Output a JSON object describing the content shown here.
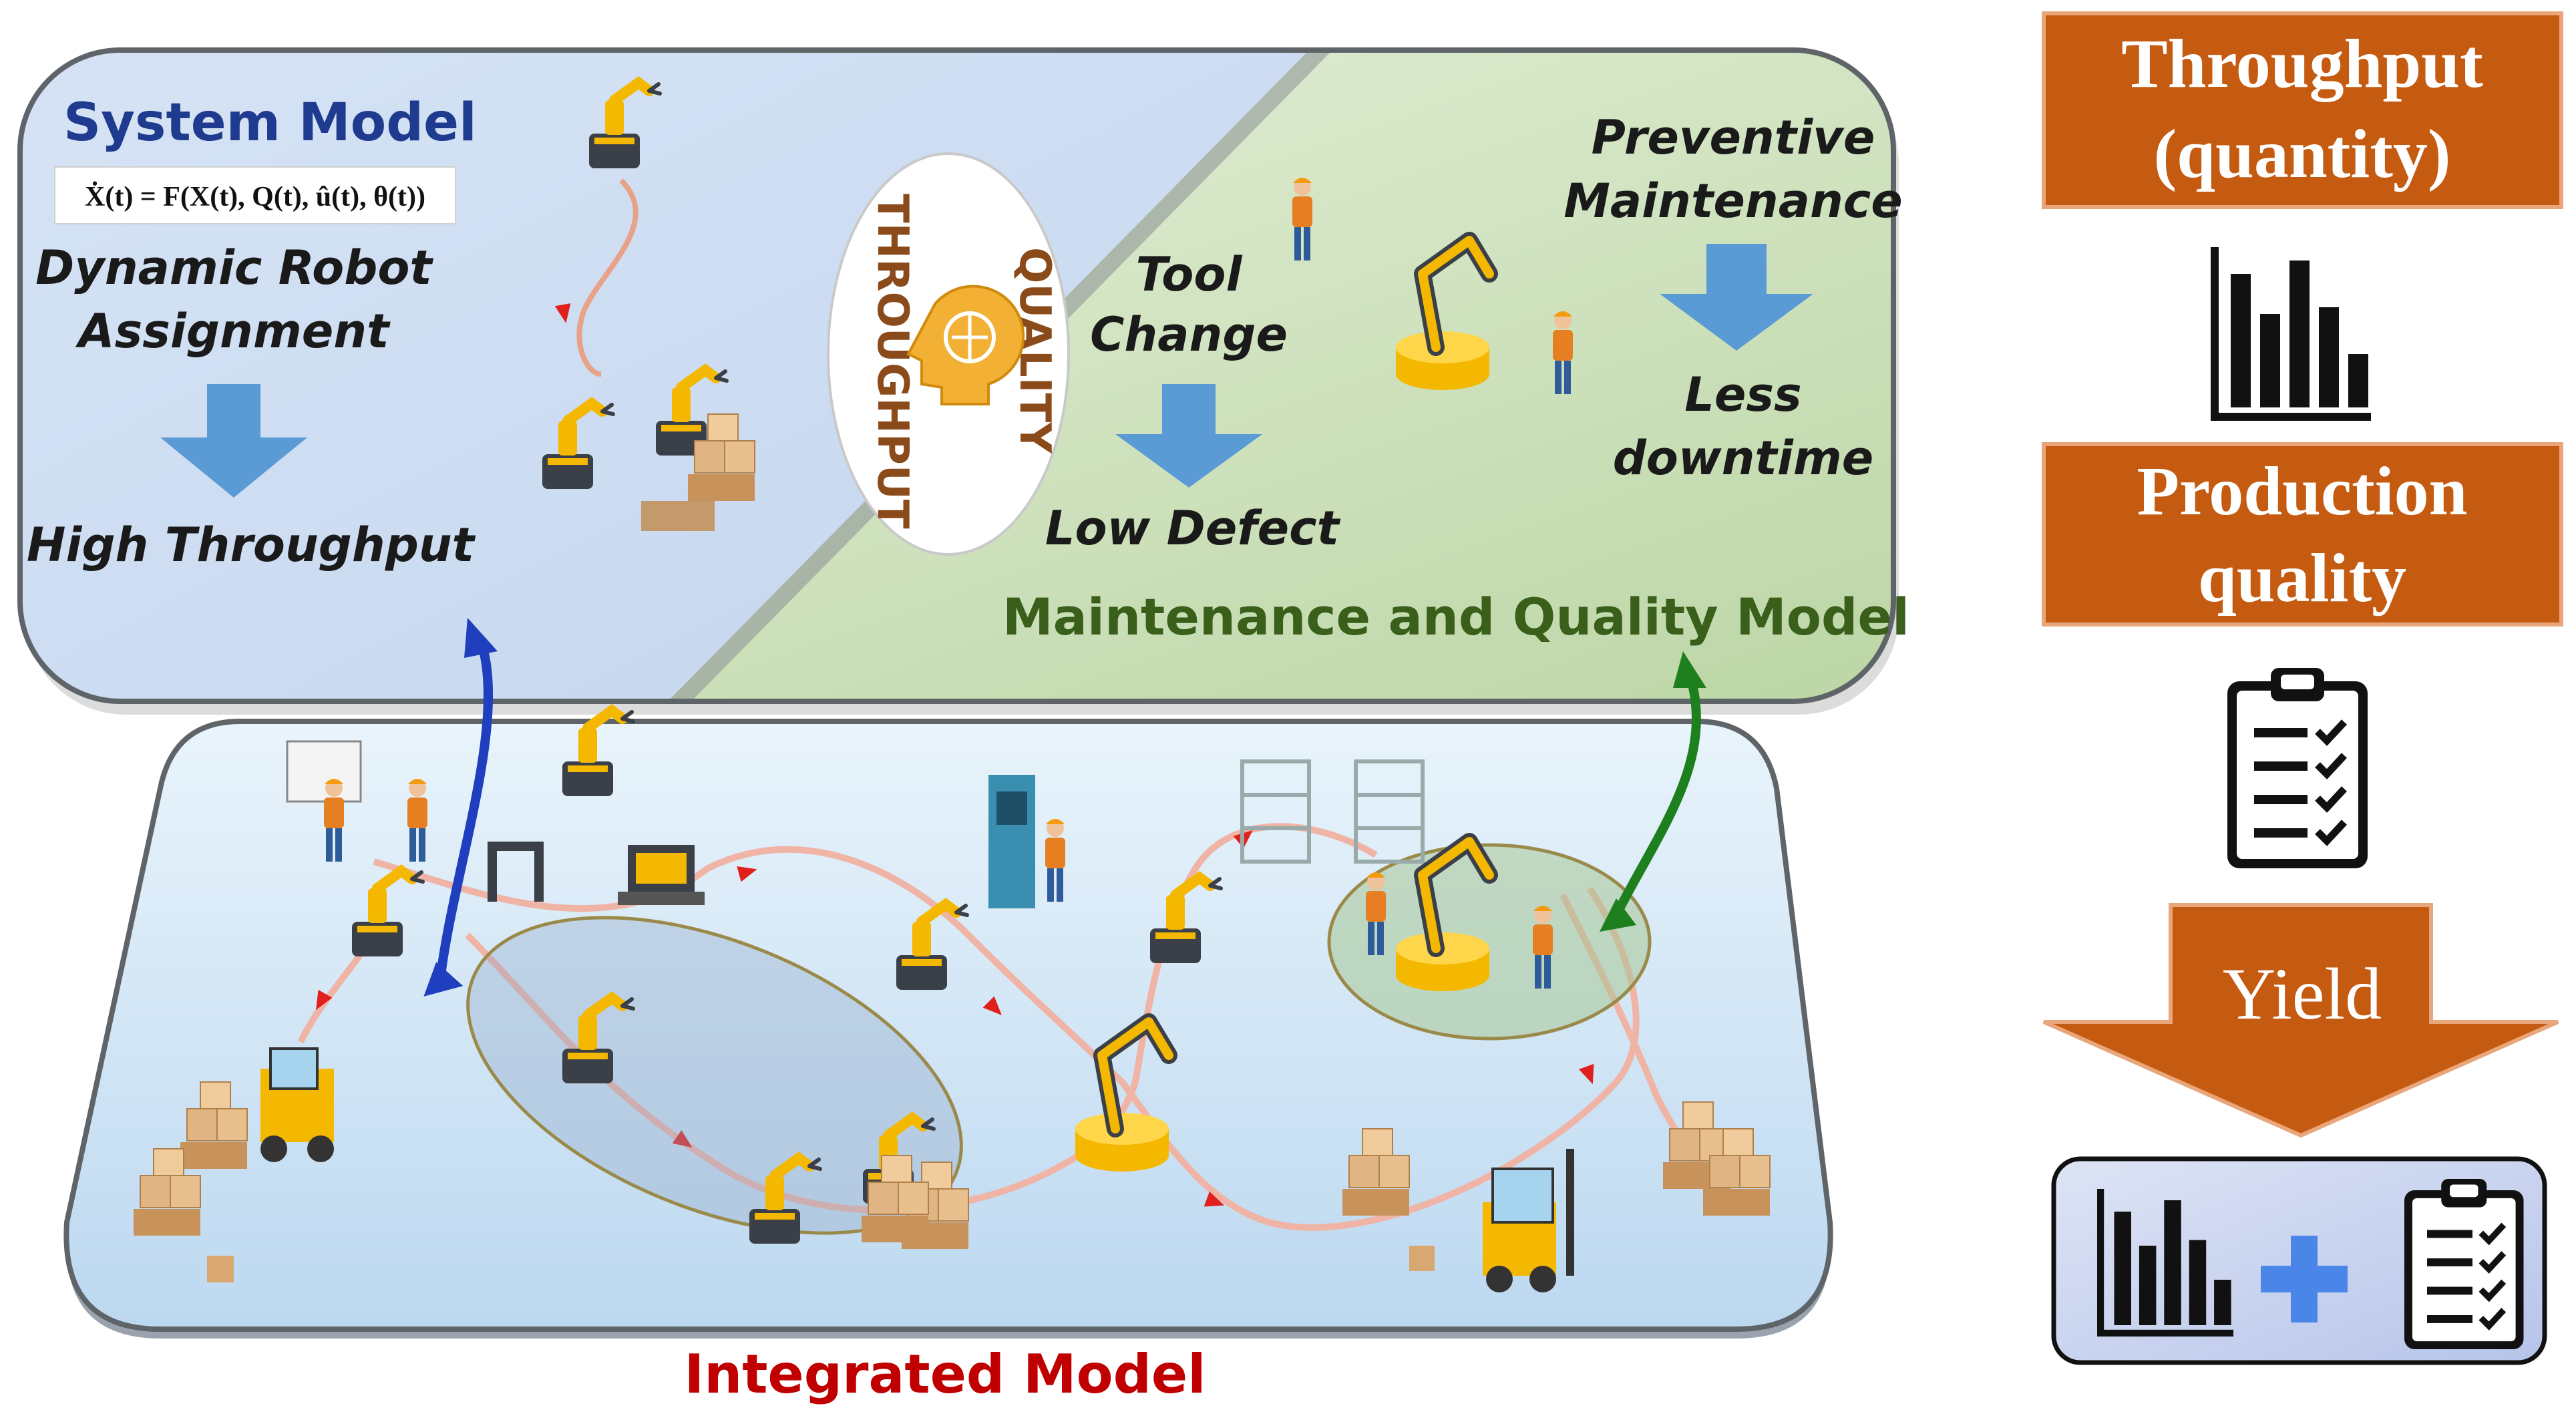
{
  "system_model": {
    "title": "System Model",
    "equation": "Ẋ(t) = F(X(t), Q(t), û(t), θ(t))",
    "step_top_line1": "Dynamic Robot",
    "step_top_line2": "Assignment",
    "step_bottom": "High Throughput"
  },
  "center_badge": {
    "left_word": "THROUGHPUT",
    "right_word": "QUALITY"
  },
  "maintenance_model": {
    "title": "Maintenance and Quality Model",
    "tool_line1": "Tool",
    "tool_line2": "Change",
    "tool_result": "Low Defect",
    "prev_line1": "Preventive",
    "prev_line2": "Maintenance",
    "prev_result_line1": "Less",
    "prev_result_line2": "downtime"
  },
  "integrated_model": {
    "title": "Integrated Model"
  },
  "right_panel": {
    "throughput_line1": "Throughput",
    "throughput_line2": "(quantity)",
    "quality_line1": "Production",
    "quality_line2": "quality",
    "yield_label": "Yield"
  },
  "colors": {
    "orange_box": "#c55a11",
    "blue_arrow": "#5b9bd5",
    "system_title": "#1f3b8f",
    "maintenance_title": "#3a5f1a",
    "integrated_title": "#c00000",
    "bidirectional_blue": "#1f3fbf",
    "bidirectional_green": "#1e7f1e",
    "robot_yellow": "#f5b800"
  }
}
